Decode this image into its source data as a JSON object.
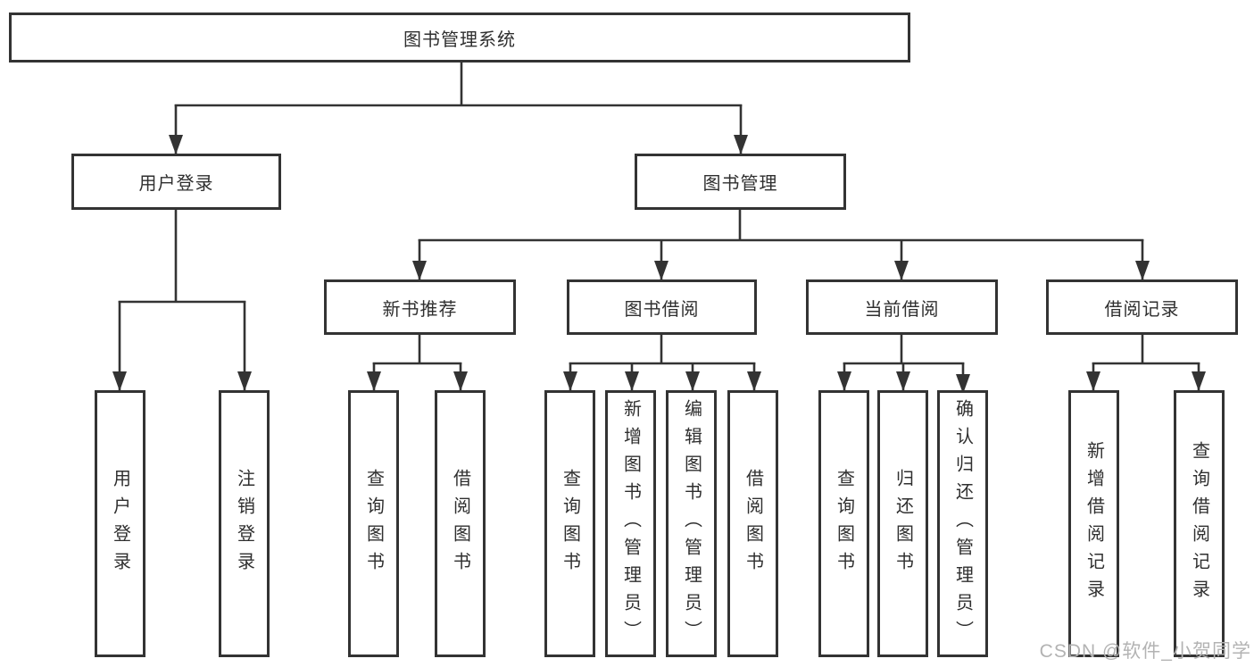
{
  "tree": {
    "label": "图书管理系统",
    "children": [
      {
        "label": "用户登录",
        "children": [
          {
            "label": "用户登录"
          },
          {
            "label": "注销登录"
          }
        ]
      },
      {
        "label": "图书管理",
        "children": [
          {
            "label": "新书推荐",
            "children": [
              {
                "label": "查询图书"
              },
              {
                "label": "借阅图书"
              }
            ]
          },
          {
            "label": "图书借阅",
            "children": [
              {
                "label": "查询图书"
              },
              {
                "label": "新增图书（管理员）"
              },
              {
                "label": "编辑图书（管理员）"
              },
              {
                "label": "借阅图书"
              }
            ]
          },
          {
            "label": "当前借阅",
            "children": [
              {
                "label": "查询图书"
              },
              {
                "label": "归还图书"
              },
              {
                "label": "确认归还（管理员）"
              }
            ]
          },
          {
            "label": "借阅记录",
            "children": [
              {
                "label": "新增借阅记录"
              },
              {
                "label": "查询借阅记录"
              }
            ]
          }
        ]
      }
    ]
  },
  "watermark": {
    "text": "CSDN @软件_小贺同学",
    "color": "#b3b3b3"
  },
  "colors": {
    "line": "#333333",
    "box_border": "#333333",
    "box_fill": "#ffffff",
    "text": "#2f2f2f",
    "background": "#ffffff"
  }
}
